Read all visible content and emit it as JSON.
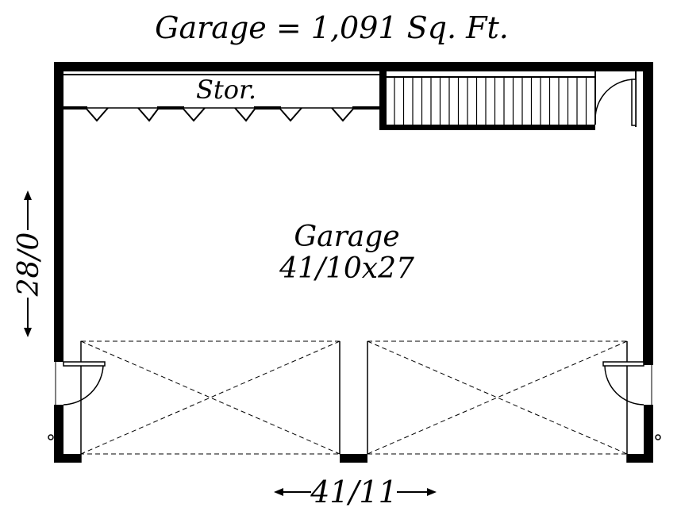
{
  "plan": {
    "title": "Garage = 1,091 Sq. Ft.",
    "storage_label": "Stor.",
    "room": {
      "name": "Garage",
      "dimensions": "41/10x27"
    },
    "depth_dimension": "28/0",
    "width_dimension": "41/11",
    "colors": {
      "wall": "#000000",
      "background": "#ffffff",
      "line": "#000000"
    }
  }
}
